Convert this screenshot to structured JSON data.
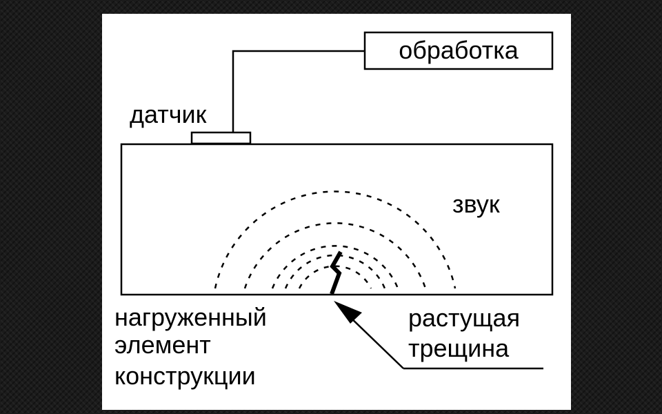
{
  "labels": {
    "processing": "обработка",
    "sensor": "датчик",
    "sound": "звук",
    "element_line1": "нагруженный",
    "element_line2": "элемент",
    "element_line3": "конструкции",
    "crack_line1": "растущая",
    "crack_line2": "трещина"
  },
  "colors": {
    "stroke": "#000000",
    "panel": "#ffffff",
    "frame": "#1b1b1b"
  }
}
